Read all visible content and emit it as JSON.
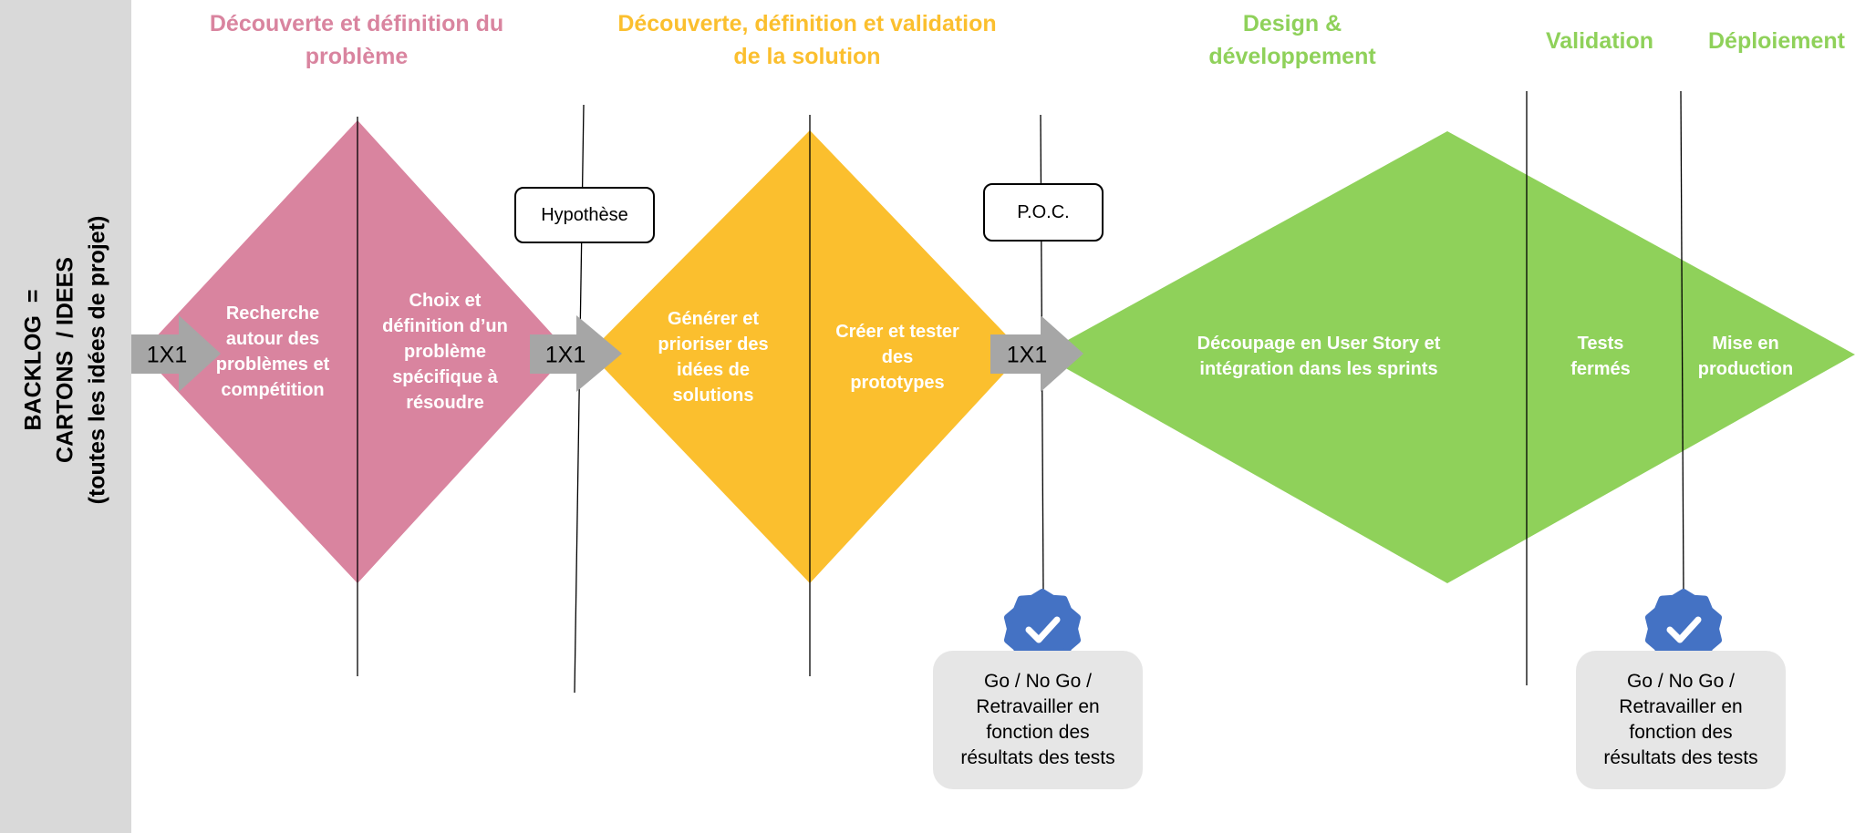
{
  "backlog": {
    "line1": "BACKLOG  =",
    "line2": "CARTONS  / IDEES",
    "line3": "(toutes les idées de projet)"
  },
  "phases": [
    {
      "label": "Découverte et définition du\nproblème",
      "color": "#d9849f"
    },
    {
      "label": "Découverte, définition et validation\nde la solution",
      "color": "#fbbf2e"
    },
    {
      "label": "Design &\ndéveloppement",
      "color": "#8fd15a"
    },
    {
      "label": "Validation",
      "color": "#8fd15a"
    },
    {
      "label": "Déploiement",
      "color": "#8fd15a"
    }
  ],
  "diamonds": {
    "problem": {
      "left": "Recherche\nautour des\nproblèmes et\ncompétition",
      "right": "Choix et\ndéfinition d’un\nproblème\nspécifique à\nrésoudre",
      "color": "#d9849f"
    },
    "solution": {
      "left": "Générer et\nprioriser des\nidées de\nsolutions",
      "right": "Créer et tester\ndes\nprototypes",
      "color": "#fbbf2e"
    },
    "build": {
      "main": "Découpage en User Story et\nintégration dans les sprints",
      "tests": "Tests\nfermés",
      "deploy": "Mise en\nproduction",
      "color": "#8fd15a"
    }
  },
  "arrows": [
    "1X1",
    "1X1",
    "1X1"
  ],
  "arrow_color": "#a6a6a6",
  "milestones": {
    "hypothesis": "Hypothèse",
    "poc": "P.O.C."
  },
  "decisions": [
    {
      "text": "Go / No Go /\nRetravailler en\nfonction des\nrésultats des tests"
    },
    {
      "text": "Go / No Go /\nRetravailler en\nfonction des\nrésultats des tests"
    }
  ],
  "badge_color": "#4472c4",
  "badge_icon": "check-badge-icon"
}
